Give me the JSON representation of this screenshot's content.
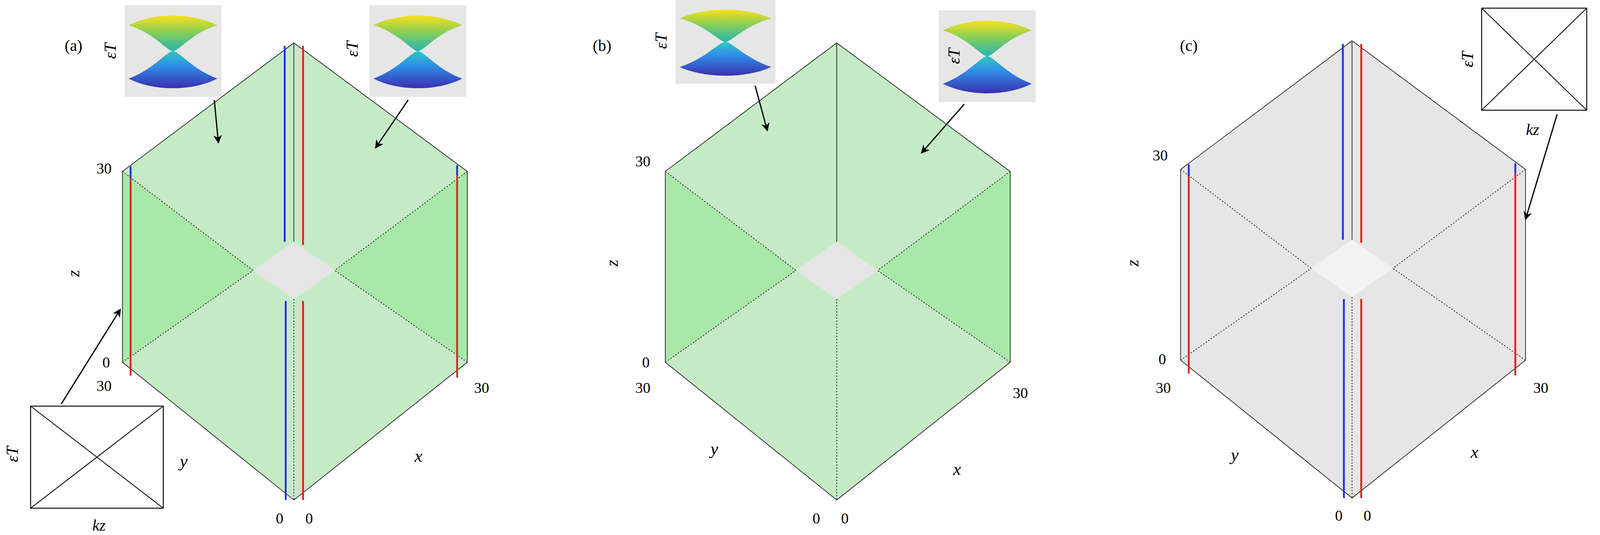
{
  "diagram": {
    "labels": [
      "(a)",
      "εT",
      "εT",
      "εT",
      "kz",
      "30",
      "0",
      "z",
      "30",
      "y",
      "x",
      "30",
      "0",
      "0",
      "(b)",
      "εT",
      "εT",
      "30",
      "0",
      "z",
      "30",
      "y",
      "x",
      "30",
      "0",
      "0",
      "(c)",
      "εT",
      "kz",
      "30",
      "0",
      "z",
      "30",
      "y",
      "x",
      "30",
      "0",
      "0"
    ]
  }
}
